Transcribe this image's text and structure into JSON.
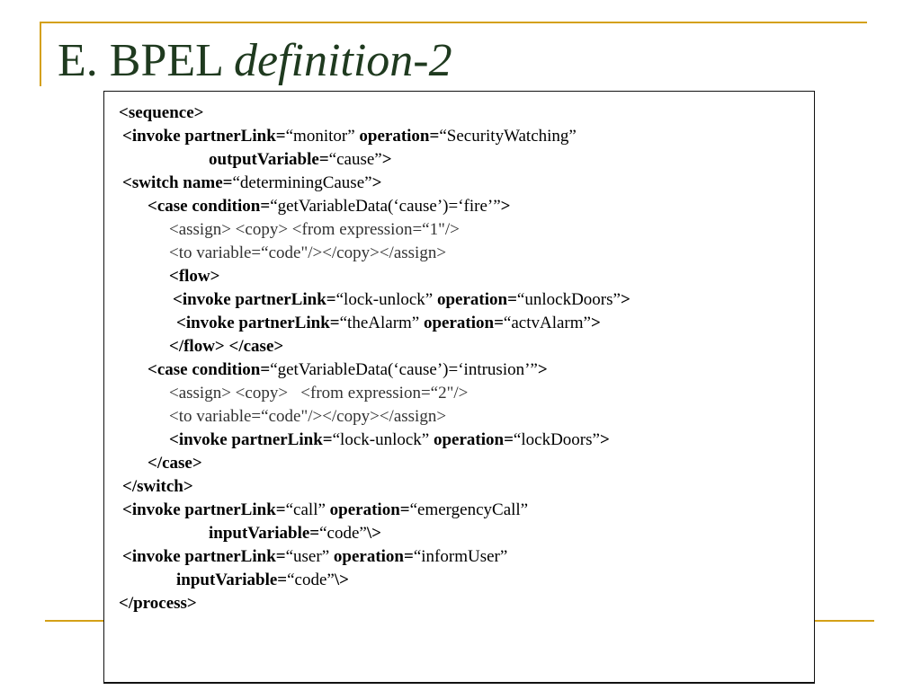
{
  "slide": {
    "title_plain": "E. BPEL ",
    "title_italic": "definition-2",
    "accent_color": "#d4a017",
    "title_color": "#1f3a1f"
  },
  "code": {
    "lines": [
      {
        "indent": 0,
        "segments": [
          {
            "text": "<sequence>",
            "style": "bold"
          }
        ]
      },
      {
        "indent": 4,
        "segments": [
          {
            "text": "<invoke partnerLink=",
            "style": "bold"
          },
          {
            "text": "“monitor” ",
            "style": "normal"
          },
          {
            "text": "operation=",
            "style": "bold"
          },
          {
            "text": "“SecurityWatching”",
            "style": "normal"
          }
        ]
      },
      {
        "indent": 100,
        "segments": [
          {
            "text": "outputVariable=",
            "style": "bold"
          },
          {
            "text": "“cause”",
            "style": "normal"
          },
          {
            "text": ">",
            "style": "bold"
          }
        ]
      },
      {
        "indent": 4,
        "segments": [
          {
            "text": "<switch name=",
            "style": "bold"
          },
          {
            "text": "“determiningCause”",
            "style": "normal"
          },
          {
            "text": ">",
            "style": "bold"
          }
        ]
      },
      {
        "indent": 32,
        "segments": [
          {
            "text": "<case condition=",
            "style": "bold"
          },
          {
            "text": "“getVariableData(‘cause’)=‘fire’”",
            "style": "normal"
          },
          {
            "text": ">",
            "style": "bold"
          }
        ]
      },
      {
        "indent": 56,
        "segments": [
          {
            "text": "<assign> <copy> <from expression=“1\"/>",
            "style": "light"
          }
        ]
      },
      {
        "indent": 56,
        "segments": [
          {
            "text": "<to variable=“code\"/></copy></assign>",
            "style": "light"
          }
        ]
      },
      {
        "indent": 56,
        "segments": [
          {
            "text": "<flow>",
            "style": "bold"
          }
        ]
      },
      {
        "indent": 60,
        "segments": [
          {
            "text": "<invoke partnerLink=",
            "style": "bold"
          },
          {
            "text": "“lock-unlock” ",
            "style": "normal"
          },
          {
            "text": "operation=",
            "style": "bold"
          },
          {
            "text": "“unlockDoors”",
            "style": "normal"
          },
          {
            "text": ">",
            "style": "bold"
          }
        ]
      },
      {
        "indent": 64,
        "segments": [
          {
            "text": "<invoke partnerLink=",
            "style": "bold"
          },
          {
            "text": "“theAlarm” ",
            "style": "normal"
          },
          {
            "text": "operation=",
            "style": "bold"
          },
          {
            "text": "“actvAlarm”",
            "style": "normal"
          },
          {
            "text": ">",
            "style": "bold"
          }
        ]
      },
      {
        "indent": 56,
        "segments": [
          {
            "text": "</flow> </case>",
            "style": "bold"
          }
        ]
      },
      {
        "indent": 32,
        "segments": [
          {
            "text": "<case condition=",
            "style": "bold"
          },
          {
            "text": "“getVariableData(‘cause’)=‘intrusion’”",
            "style": "normal"
          },
          {
            "text": ">",
            "style": "bold"
          }
        ]
      },
      {
        "indent": 56,
        "segments": [
          {
            "text": "<assign> <copy>   <from expression=“2\"/>",
            "style": "light"
          }
        ]
      },
      {
        "indent": 56,
        "segments": [
          {
            "text": "<to variable=“code\"/></copy></assign>",
            "style": "light"
          }
        ]
      },
      {
        "indent": 56,
        "segments": [
          {
            "text": "<invoke partnerLink=",
            "style": "bold"
          },
          {
            "text": "“lock-unlock” ",
            "style": "normal"
          },
          {
            "text": "operation=",
            "style": "bold"
          },
          {
            "text": "“lockDoors”",
            "style": "normal"
          },
          {
            "text": ">",
            "style": "bold"
          }
        ]
      },
      {
        "indent": 32,
        "segments": [
          {
            "text": "</case>",
            "style": "bold"
          }
        ]
      },
      {
        "indent": 4,
        "segments": [
          {
            "text": "</switch>",
            "style": "bold"
          }
        ]
      },
      {
        "indent": 4,
        "segments": [
          {
            "text": "<invoke partnerLink=",
            "style": "bold"
          },
          {
            "text": "“call” ",
            "style": "normal"
          },
          {
            "text": "operation=",
            "style": "bold"
          },
          {
            "text": "“emergencyCall”",
            "style": "normal"
          }
        ]
      },
      {
        "indent": 100,
        "segments": [
          {
            "text": "inputVariable=",
            "style": "bold"
          },
          {
            "text": "“code”",
            "style": "normal"
          },
          {
            "text": "\\>",
            "style": "bold"
          }
        ]
      },
      {
        "indent": 4,
        "segments": [
          {
            "text": "<invoke partnerLink=",
            "style": "bold"
          },
          {
            "text": "“user” ",
            "style": "normal"
          },
          {
            "text": "operation=",
            "style": "bold"
          },
          {
            "text": "“informUser”",
            "style": "normal"
          }
        ]
      },
      {
        "indent": 64,
        "segments": [
          {
            "text": "inputVariable=",
            "style": "bold"
          },
          {
            "text": "“code”",
            "style": "normal"
          },
          {
            "text": "\\>",
            "style": "bold"
          }
        ]
      },
      {
        "indent": 0,
        "segments": [
          {
            "text": "</process>",
            "style": "bold"
          }
        ]
      }
    ]
  }
}
